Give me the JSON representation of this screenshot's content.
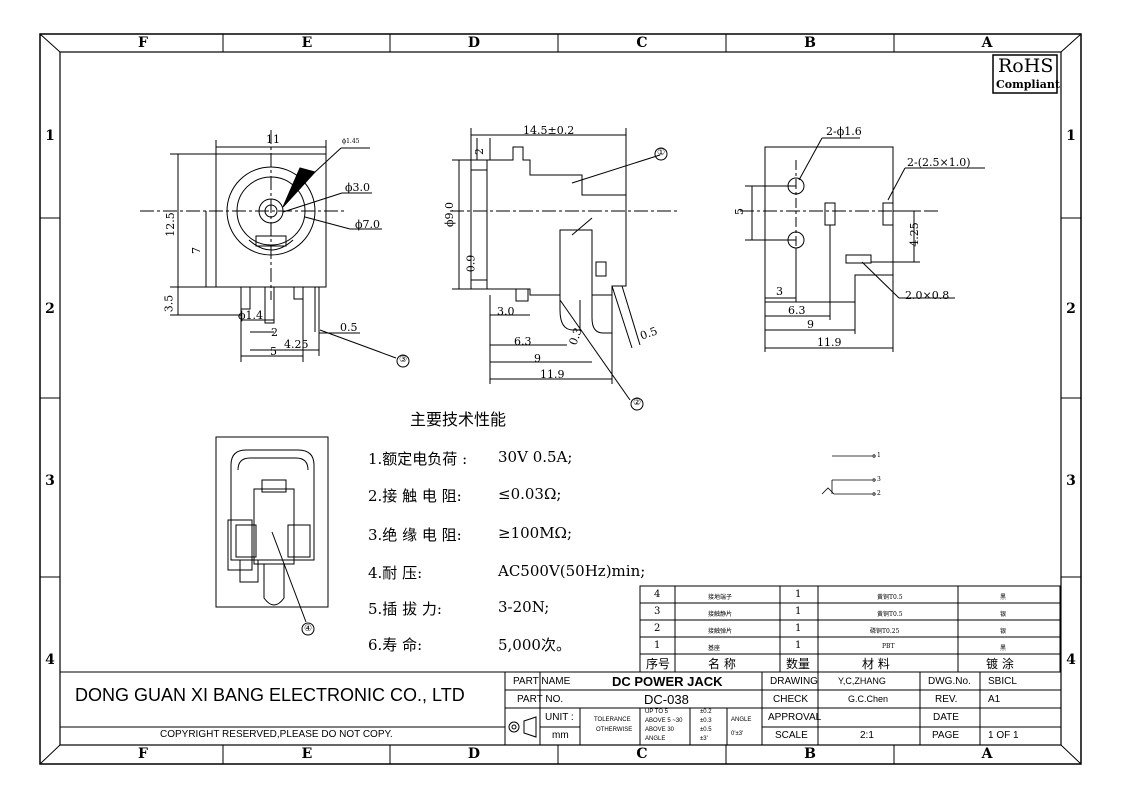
{
  "zones": {
    "columns": [
      "F",
      "E",
      "D",
      "C",
      "B",
      "A"
    ],
    "rows": [
      "1",
      "2",
      "3",
      "4"
    ]
  },
  "rohs": {
    "line1": "RoHS",
    "line2": "Compliant"
  },
  "views": {
    "front_dims": [
      "11",
      "ϕ1.45",
      "ϕ3.0",
      "ϕ7.0",
      "12.5",
      "7",
      "3.5",
      "ϕ1.4",
      "2",
      "4.25",
      "5",
      "0.5"
    ],
    "side_dims": [
      "14.5±0.2",
      "2",
      "ϕ9.0",
      "0.9",
      "3.0",
      "6.3",
      "9",
      "11.9",
      "0.3",
      "0.5"
    ],
    "pcb_dims": [
      "2-ϕ1.6",
      "2-(2.5×1.0)",
      "5",
      "4.25",
      "2.0×0.8",
      "3",
      "6.3",
      "9",
      "11.9"
    ],
    "callouts": [
      "①",
      "②",
      "③",
      "④"
    ]
  },
  "specs": {
    "heading": "主要技术性能",
    "items": [
      {
        "label": "1.额定电负荷 :",
        "value": "30V 0.5A;"
      },
      {
        "label": "2.接 触 电 阻:",
        "value": "≤0.03Ω;"
      },
      {
        "label": "3.绝 缘 电 阻:",
        "value": "≥100MΩ;"
      },
      {
        "label": "4.耐        压:",
        "value": "AC500V(50Hz)min;"
      },
      {
        "label": "5.插  拔   力:",
        "value": "3-20N;"
      },
      {
        "label": "6.寿        命:",
        "value": "5,000次。"
      }
    ]
  },
  "schematic": {
    "pins": [
      "1",
      "3",
      "2"
    ]
  },
  "bom": {
    "headers": [
      "序号",
      "名  称",
      "数量",
      "材  料",
      "镀  涂"
    ],
    "rows": [
      {
        "no": "4",
        "name": "接地端子",
        "qty": "1",
        "material": "黄铜T0.5",
        "finish": "黑"
      },
      {
        "no": "3",
        "name": "接触静片",
        "qty": "1",
        "material": "黄铜T0.5",
        "finish": "银"
      },
      {
        "no": "2",
        "name": "接触弹片",
        "qty": "1",
        "material": "磷铜T0.25",
        "finish": "银"
      },
      {
        "no": "1",
        "name": "基座",
        "qty": "1",
        "material": "PBT",
        "finish": "黑"
      }
    ]
  },
  "title_block": {
    "company": "DONG GUAN XI BANG ELECTRONIC CO., LTD",
    "copyright": "COPYRIGHT RESERVED,PLEASE DO NOT COPY.",
    "part_name_label": "PART NAME",
    "part_name": "DC POWER JACK",
    "part_no_label": "PART NO.",
    "part_no": "DC-038",
    "unit_label": "UNIT :",
    "unit": "mm",
    "tolerance_label": "TOLERANCE",
    "otherwise_label": "OTHERWISE",
    "tol_ranges": [
      "UP TO 5",
      "ABOVE 5 ~30",
      "ABOVE 30",
      "ANGLE"
    ],
    "tol_values": [
      "±0.2",
      "±0.3",
      "±0.5",
      "±3'"
    ],
    "angle_label": "ANGLE",
    "angle_value": "0'±3'",
    "drawing_label": "DRAWING",
    "drawing": "Y,C,ZHANG",
    "check_label": "CHECK",
    "check": "G.C.Chen",
    "approval_label": "APPROVAL",
    "approval": "",
    "scale_label": "SCALE",
    "scale": "2:1",
    "dwg_label": "DWG.No.",
    "dwg": "SBICL",
    "rev_label": "REV.",
    "rev": "A1",
    "date_label": "DATE",
    "date": "",
    "page_label": "PAGE",
    "page": "1 OF 1"
  }
}
